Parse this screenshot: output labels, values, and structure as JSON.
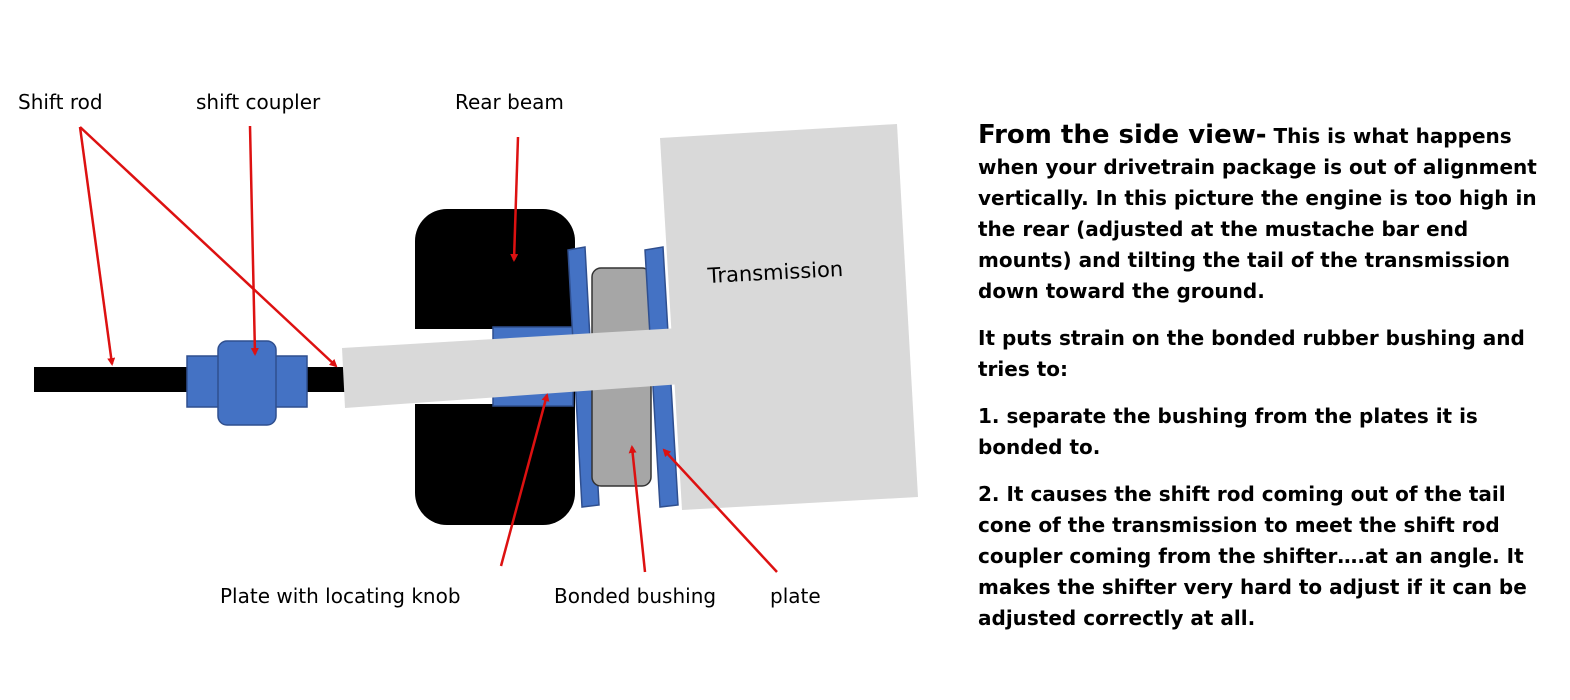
{
  "labels": {
    "shift_rod": "Shift rod",
    "shift_coupler": "shift coupler",
    "rear_beam": "Rear beam",
    "transmission": "Transmission",
    "plate_knob": "Plate with locating knob",
    "bonded_bushing": "Bonded bushing",
    "plate": "plate"
  },
  "explanation": {
    "heading": "From the side view-",
    "p1": "This is what happens when your drivetrain package is out of alignment vertically. In this picture the engine is too high in the rear (adjusted at the mustache bar end mounts) and tilting the tail of the transmission down toward the ground.",
    "p2": "It puts strain on the bonded rubber bushing and tries to:",
    "p3": "1.  separate the bushing from the plates it is bonded to.",
    "p4": "2. It causes the shift rod coming out of the tail cone of the transmission to meet the shift rod coupler coming from the shifter….at an angle. It makes the shifter very hard to adjust if it can be adjusted correctly at all."
  },
  "colors": {
    "arrow": "#dd1111",
    "part_blue": "#4472c4",
    "outline": "#2f4f8f",
    "transmission": "#d9d9d9",
    "bushing": "#a6a6a6",
    "beam": "#000000"
  }
}
